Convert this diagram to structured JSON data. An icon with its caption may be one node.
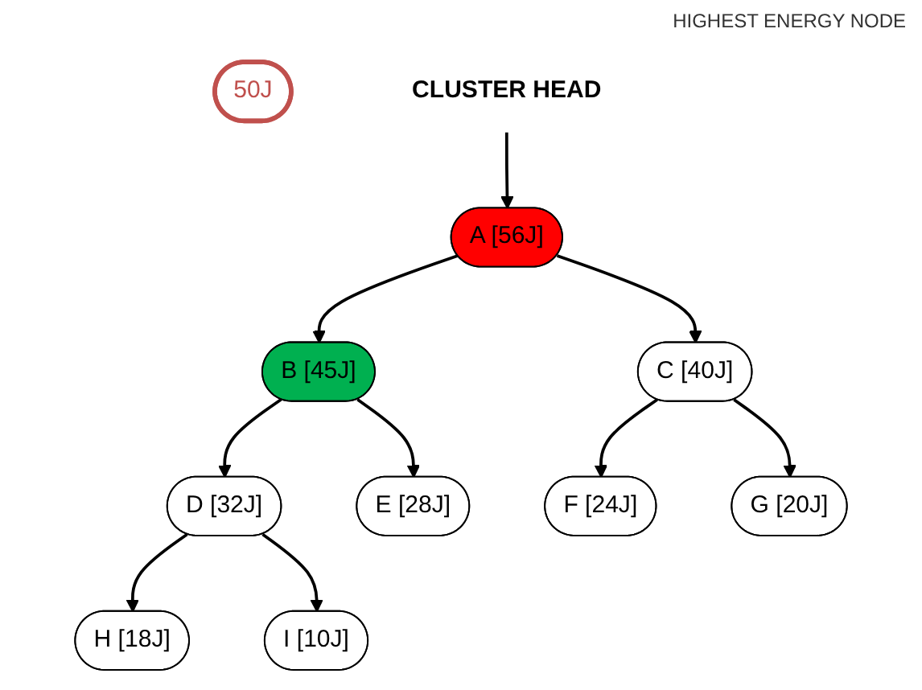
{
  "diagram": {
    "nodes": [
      {
        "text": [
          "A [56J]"
        ]
      },
      {
        "text": [
          "B [45J]"
        ]
      },
      {
        "text": [
          "C [40J]"
        ]
      },
      {
        "text": [
          "D [32J]"
        ]
      },
      {
        "text": [
          "E [28J]"
        ]
      },
      {
        "text": [
          "F [24J]"
        ]
      },
      {
        "text": [
          "G [20J]"
        ]
      },
      {
        "text": [
          "H [18J]"
        ]
      },
      {
        "text": [
          "I [10J]"
        ]
      },
      {
        "text": [
          "50J"
        ]
      },
      {
        "text": [
          "CLUSTER HEAD"
        ]
      }
    ],
    "edges": [
      {
        "from": 0,
        "to": 1,
        "arrow": "to"
      },
      {
        "from": 0,
        "to": 2,
        "arrow": "to"
      },
      {
        "from": 1,
        "to": 3,
        "arrow": "to"
      },
      {
        "from": 1,
        "to": 4,
        "arrow": "to"
      },
      {
        "from": 2,
        "to": 5,
        "arrow": "to"
      },
      {
        "from": 2,
        "to": 6,
        "arrow": "to"
      },
      {
        "from": 3,
        "to": 7,
        "arrow": "to"
      },
      {
        "from": 3,
        "to": 8,
        "arrow": "to"
      },
      {
        "from": 10,
        "to": 0,
        "arrow": "to"
      }
    ],
    "labels": [
      "HIGHEST ENERGY NODE"
    ]
  }
}
